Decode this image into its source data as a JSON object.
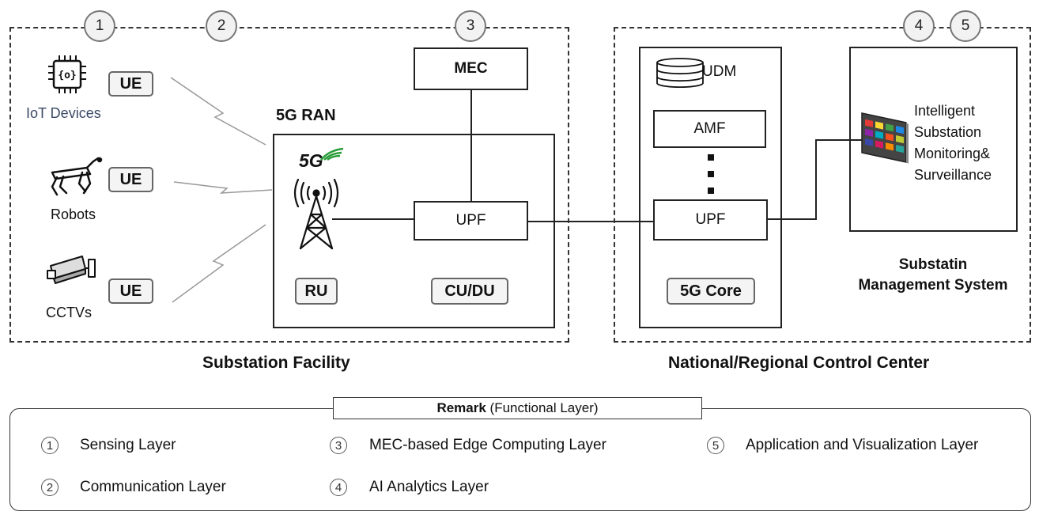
{
  "facility": {
    "title": "Substation Facility",
    "devices": [
      {
        "label": "IoT Devices",
        "ue": "UE"
      },
      {
        "label": "Robots",
        "ue": "UE"
      },
      {
        "label": "CCTVs",
        "ue": "UE"
      }
    ],
    "ran": {
      "title": "5G RAN",
      "badge_5g": "5G",
      "upf": "UPF",
      "ru": "RU",
      "cudu": "CU/DU"
    },
    "mec": "MEC"
  },
  "control_center": {
    "title": "National/Regional Control Center",
    "core": {
      "udm": "UDM",
      "amf": "AMF",
      "upf": "UPF",
      "tag": "5G Core"
    },
    "app": {
      "line1": "Intelligent",
      "line2": "Substation",
      "line3": "Monitoring&",
      "line4": "Surveillance"
    },
    "system_line1": "Substatin",
    "system_line2": "Management System"
  },
  "layer_markers": [
    "1",
    "2",
    "3",
    "4",
    "5"
  ],
  "remark": {
    "title_bold": "Remark",
    "title_rest": " (Functional Layer)",
    "items": [
      {
        "num": "1",
        "label": "Sensing Layer"
      },
      {
        "num": "2",
        "label": "Communication Layer"
      },
      {
        "num": "3",
        "label": "MEC-based Edge Computing Layer"
      },
      {
        "num": "4",
        "label": "AI Analytics Layer"
      },
      {
        "num": "5",
        "label": "Application and Visualization Layer"
      }
    ]
  }
}
